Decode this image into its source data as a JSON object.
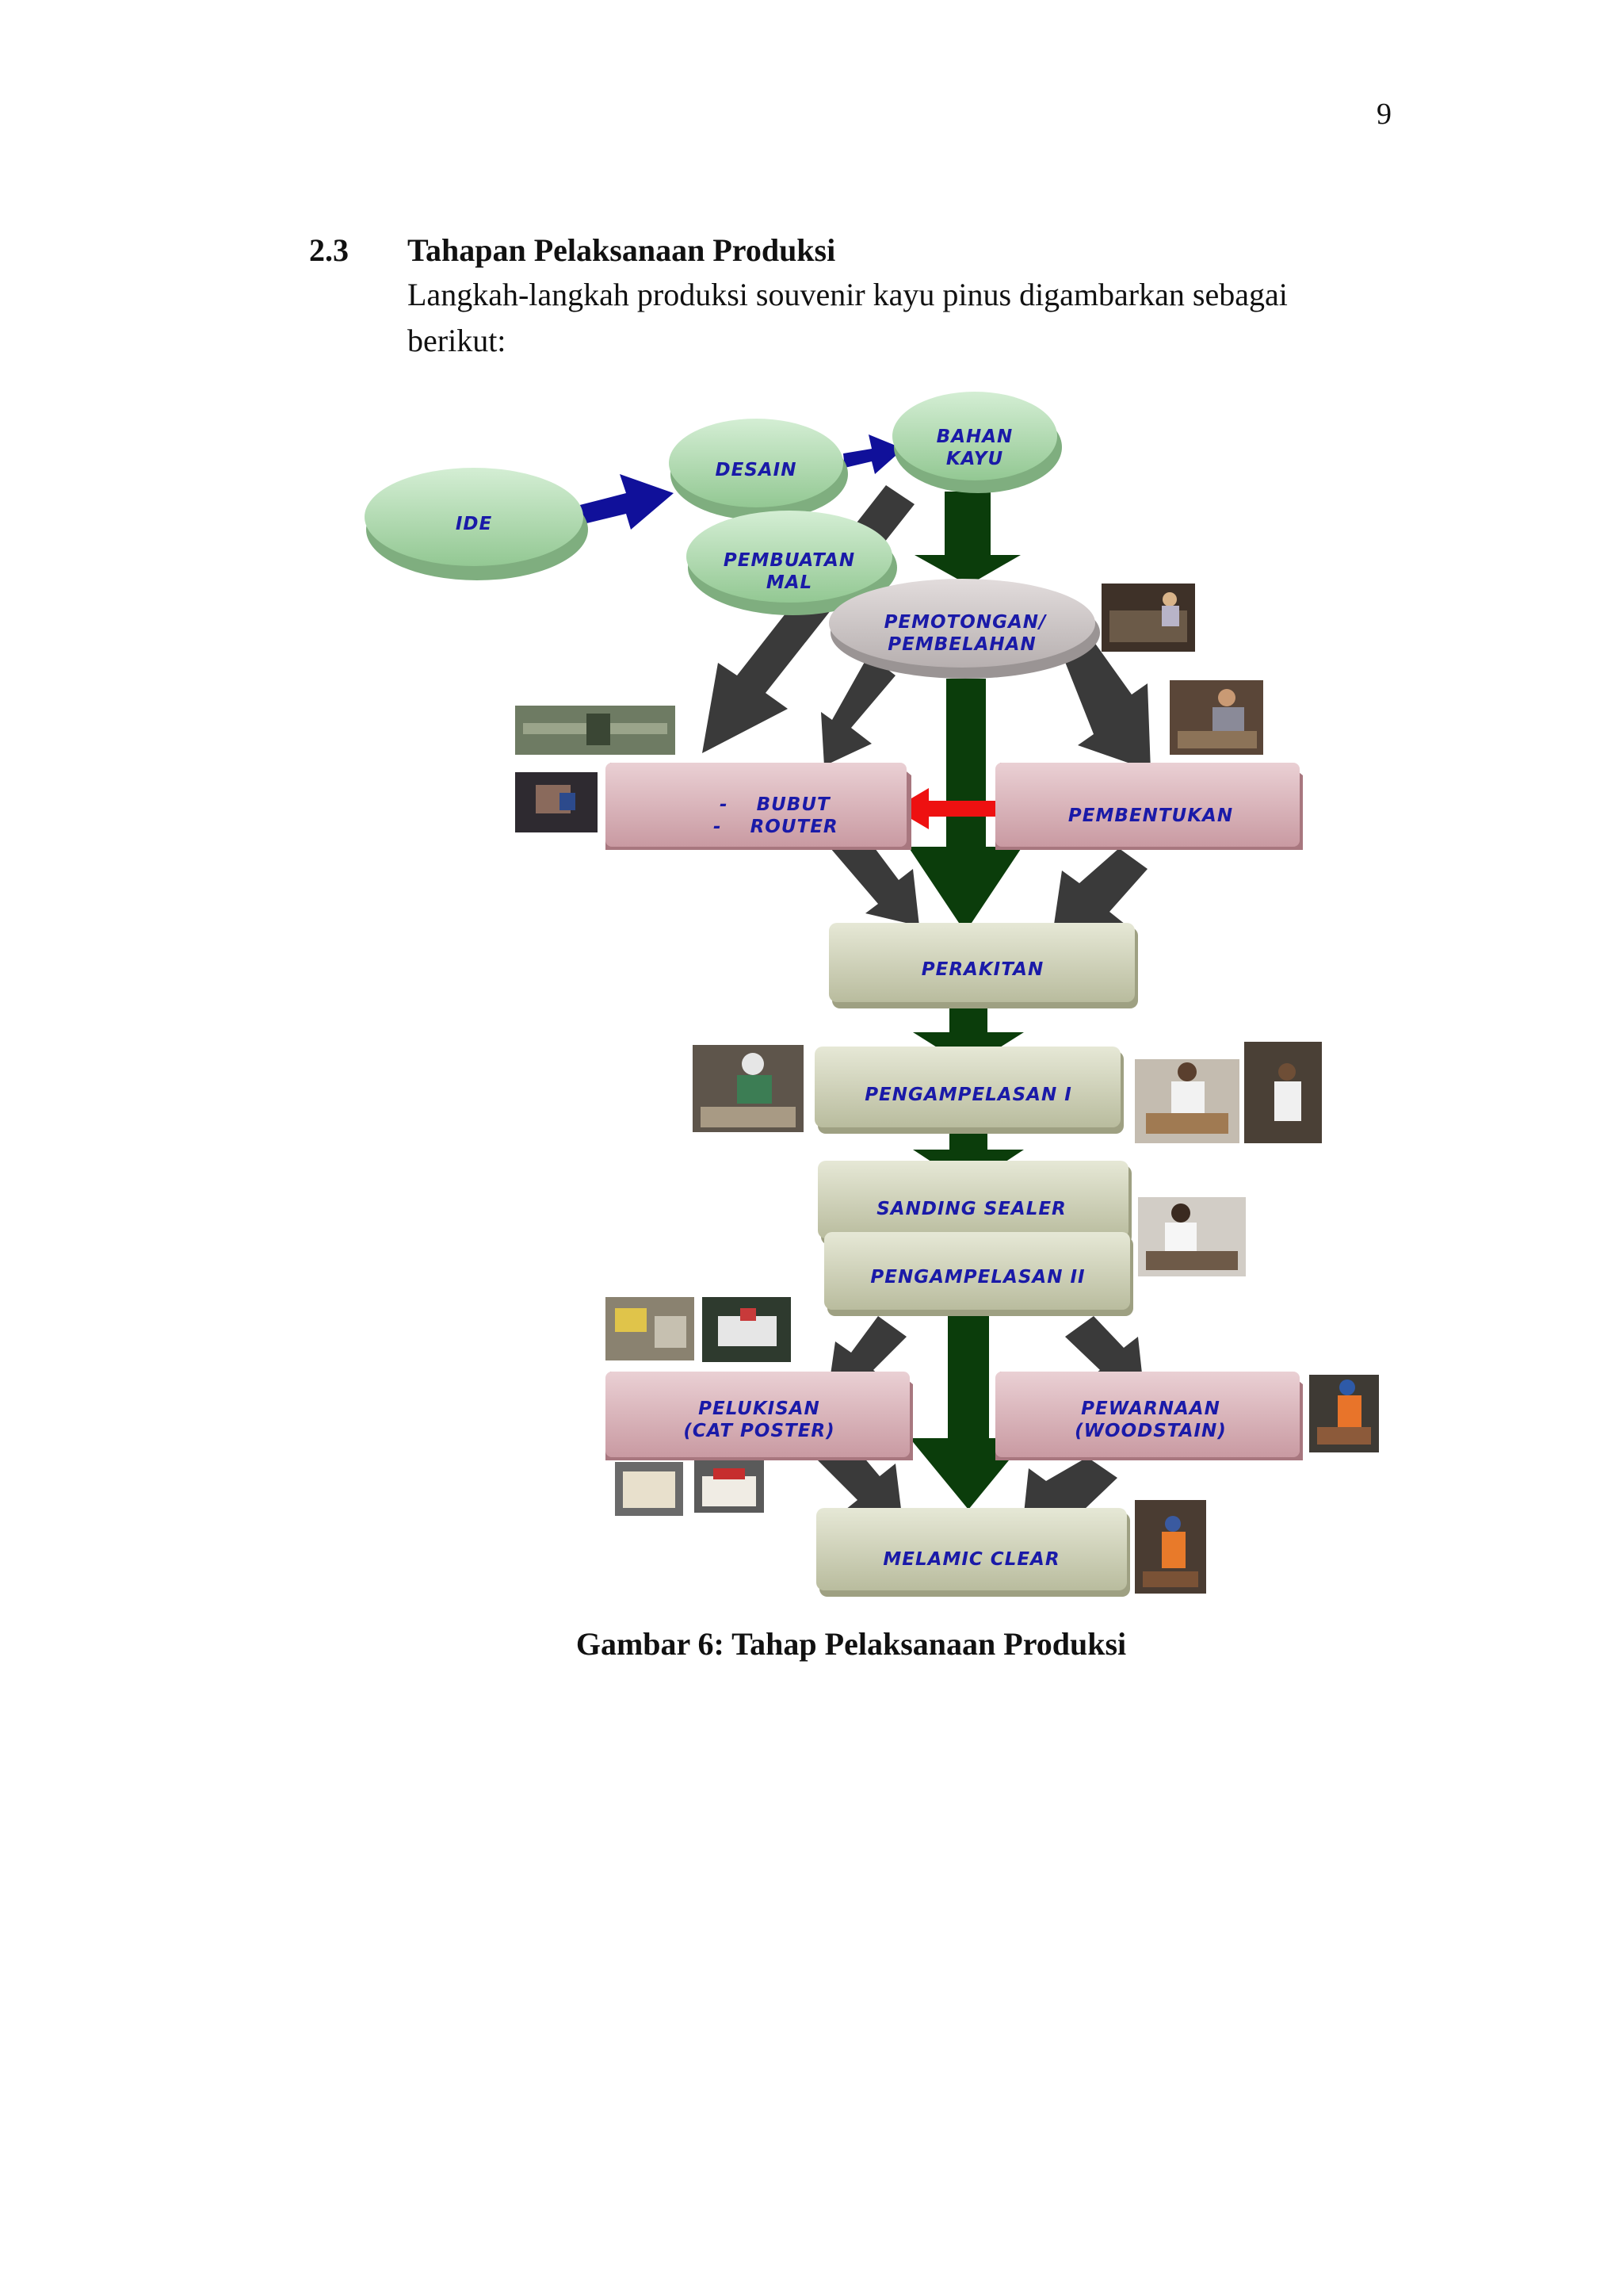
{
  "page_number": "9",
  "section": {
    "number": "2.3",
    "title": "Tahapan Pelaksanaan Produksi",
    "intro_line1": "Langkah-langkah produksi souvenir kayu pinus digambarkan  sebagai",
    "intro_line2": "berikut:"
  },
  "diagram": {
    "nodes": {
      "ide": "IDE",
      "desain": "DESAIN",
      "bahan_1": "BAHAN",
      "bahan_2": "KAYU",
      "pembuatan_1": "PEMBUATAN",
      "pembuatan_2": "MAL",
      "pemotongan_1": "PEMOTONGAN/",
      "pemotongan_2": "PEMBELAHAN",
      "bubut_1": "-    BUBUT",
      "bubut_2": "-    ROUTER",
      "pembentukan": "PEMBENTUKAN",
      "perakitan": "PERAKITAN",
      "pengampelasan1": "PENGAMPELASAN I",
      "sanding": "SANDING SEALER",
      "pengampelasan2": "PENGAMPELASAN II",
      "pelukisan_1": "PELUKISAN",
      "pelukisan_2": "(CAT POSTER)",
      "pewarnaan_1": "PEWARNAAN",
      "pewarnaan_2": "(WOODSTAIN)",
      "melamic": "MELAMIC CLEAR"
    },
    "colors": {
      "green_node": "#a8d5a8",
      "pink_node": "#d9a9b0",
      "gray_node": "#cfd2b8",
      "dark_green_arrow": "#0b3d0b",
      "gray_arrow": "#3a3a3a",
      "blue_arrow": "#10109a",
      "red_arrow": "#ee1111"
    }
  },
  "caption": "Gambar 6: Tahap Pelaksanaan Produksi"
}
